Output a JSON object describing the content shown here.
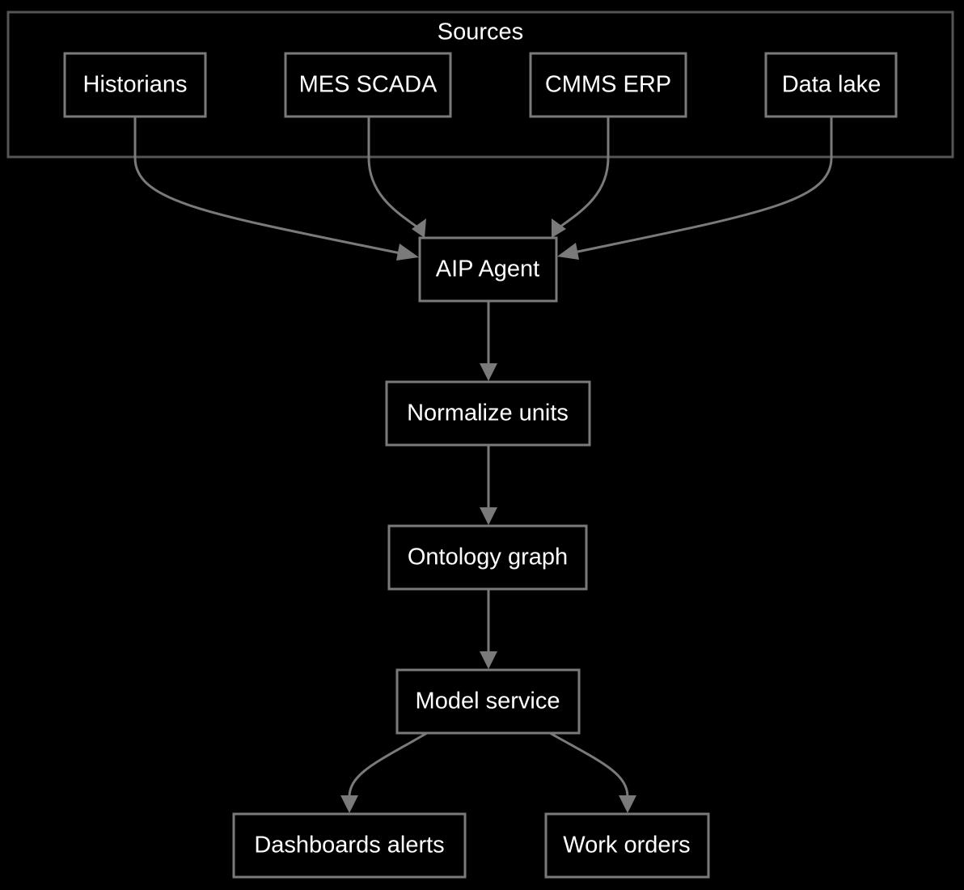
{
  "cluster": {
    "label": "Sources"
  },
  "nodes": {
    "historians": "Historians",
    "mes_scada": "MES SCADA",
    "cmms_erp": "CMMS ERP",
    "data_lake": "Data lake",
    "aip_agent": "AIP Agent",
    "normalize_units": "Normalize units",
    "ontology_graph": "Ontology graph",
    "model_service": "Model service",
    "dashboards_alerts": "Dashboards alerts",
    "work_orders": "Work orders"
  },
  "edges": [
    {
      "from": "Historians",
      "to": "AIP Agent"
    },
    {
      "from": "MES SCADA",
      "to": "AIP Agent"
    },
    {
      "from": "CMMS ERP",
      "to": "AIP Agent"
    },
    {
      "from": "Data lake",
      "to": "AIP Agent"
    },
    {
      "from": "AIP Agent",
      "to": "Normalize units"
    },
    {
      "from": "Normalize units",
      "to": "Ontology graph"
    },
    {
      "from": "Ontology graph",
      "to": "Model service"
    },
    {
      "from": "Model service",
      "to": "Dashboards alerts"
    },
    {
      "from": "Model service",
      "to": "Work orders"
    }
  ],
  "colors": {
    "background": "#000000",
    "node_border": "#7a7a7a",
    "cluster_border": "#555555",
    "edge": "#7a7a7a",
    "text": "#ffffff"
  }
}
